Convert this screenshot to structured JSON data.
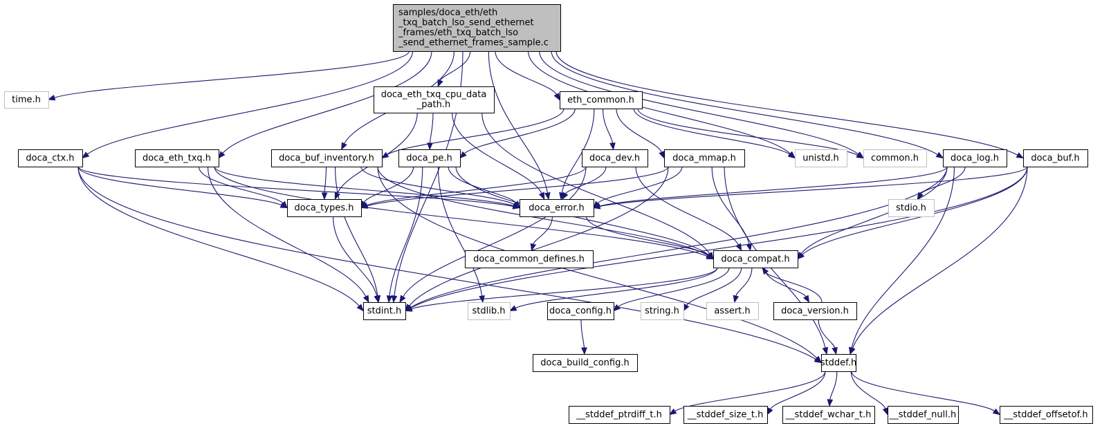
{
  "diagram": {
    "type": "include-dependency-graph",
    "colors": {
      "edge": "#191970",
      "root_fill": "#bfbfbf",
      "missing_border": "#bfbfbf",
      "node_border": "#000000"
    },
    "nodes": [
      {
        "id": "root",
        "kind": "root",
        "lines": [
          "samples/doca_eth/eth",
          "_txq_batch_lso_send_ethernet",
          "_frames/eth_txq_batch_lso",
          "_send_ethernet_frames_sample.c"
        ]
      },
      {
        "id": "time_h",
        "kind": "missing",
        "lines": [
          "time.h"
        ]
      },
      {
        "id": "doca_eth_txq_cpu_data_path_h",
        "kind": "normal",
        "lines": [
          "doca_eth_txq_cpu_data",
          "_path.h"
        ]
      },
      {
        "id": "eth_common_h",
        "kind": "normal",
        "lines": [
          "eth_common.h"
        ]
      },
      {
        "id": "doca_ctx_h",
        "kind": "normal",
        "lines": [
          "doca_ctx.h"
        ]
      },
      {
        "id": "doca_eth_txq_h",
        "kind": "normal",
        "lines": [
          "doca_eth_txq.h"
        ]
      },
      {
        "id": "doca_buf_inventory_h",
        "kind": "normal",
        "lines": [
          "doca_buf_inventory.h"
        ]
      },
      {
        "id": "doca_pe_h",
        "kind": "normal",
        "lines": [
          "doca_pe.h"
        ]
      },
      {
        "id": "doca_dev_h",
        "kind": "normal",
        "lines": [
          "doca_dev.h"
        ]
      },
      {
        "id": "doca_mmap_h",
        "kind": "normal",
        "lines": [
          "doca_mmap.h"
        ]
      },
      {
        "id": "unistd_h",
        "kind": "missing",
        "lines": [
          "unistd.h"
        ]
      },
      {
        "id": "common_h",
        "kind": "missing",
        "lines": [
          "common.h"
        ]
      },
      {
        "id": "doca_log_h",
        "kind": "normal",
        "lines": [
          "doca_log.h"
        ]
      },
      {
        "id": "doca_buf_h",
        "kind": "normal",
        "lines": [
          "doca_buf.h"
        ]
      },
      {
        "id": "doca_types_h",
        "kind": "normal",
        "lines": [
          "doca_types.h"
        ]
      },
      {
        "id": "doca_error_h",
        "kind": "normal",
        "lines": [
          "doca_error.h"
        ]
      },
      {
        "id": "stdio_h",
        "kind": "missing",
        "lines": [
          "stdio.h"
        ]
      },
      {
        "id": "doca_common_defines_h",
        "kind": "normal",
        "lines": [
          "doca_common_defines.h"
        ]
      },
      {
        "id": "doca_compat_h",
        "kind": "normal",
        "lines": [
          "doca_compat.h"
        ]
      },
      {
        "id": "stdint_h",
        "kind": "normal",
        "lines": [
          "stdint.h"
        ]
      },
      {
        "id": "stdlib_h",
        "kind": "missing",
        "lines": [
          "stdlib.h"
        ]
      },
      {
        "id": "doca_config_h",
        "kind": "normal",
        "lines": [
          "doca_config.h"
        ]
      },
      {
        "id": "string_h",
        "kind": "missing",
        "lines": [
          "string.h"
        ]
      },
      {
        "id": "assert_h",
        "kind": "missing",
        "lines": [
          "assert.h"
        ]
      },
      {
        "id": "doca_version_h",
        "kind": "normal",
        "lines": [
          "doca_version.h"
        ]
      },
      {
        "id": "doca_build_config_h",
        "kind": "normal",
        "lines": [
          "doca_build_config.h"
        ]
      },
      {
        "id": "stddef_h",
        "kind": "normal",
        "lines": [
          "stddef.h"
        ]
      },
      {
        "id": "stddef_ptrdiff_t_h",
        "kind": "normal",
        "lines": [
          "__stddef_ptrdiff_t.h"
        ]
      },
      {
        "id": "stddef_size_t_h",
        "kind": "normal",
        "lines": [
          "__stddef_size_t.h"
        ]
      },
      {
        "id": "stddef_wchar_t_h",
        "kind": "normal",
        "lines": [
          "__stddef_wchar_t.h"
        ]
      },
      {
        "id": "stddef_null_h",
        "kind": "normal",
        "lines": [
          "__stddef_null.h"
        ]
      },
      {
        "id": "stddef_offsetof_h",
        "kind": "normal",
        "lines": [
          "__stddef_offsetof.h"
        ]
      }
    ],
    "edges": [
      [
        "root",
        "time_h"
      ],
      [
        "root",
        "doca_ctx_h"
      ],
      [
        "root",
        "stdint_h"
      ],
      [
        "root",
        "doca_eth_txq_h"
      ],
      [
        "root",
        "doca_buf_inventory_h"
      ],
      [
        "root",
        "doca_eth_txq_cpu_data_path_h"
      ],
      [
        "root",
        "doca_error_h"
      ],
      [
        "root",
        "eth_common_h"
      ],
      [
        "root",
        "unistd_h"
      ],
      [
        "root",
        "common_h"
      ],
      [
        "root",
        "doca_log_h"
      ],
      [
        "root",
        "doca_buf_h"
      ],
      [
        "doca_eth_txq_cpu_data_path_h",
        "doca_types_h"
      ],
      [
        "doca_eth_txq_cpu_data_path_h",
        "doca_pe_h"
      ],
      [
        "doca_eth_txq_cpu_data_path_h",
        "doca_error_h"
      ],
      [
        "doca_eth_txq_cpu_data_path_h",
        "doca_compat_h"
      ],
      [
        "eth_common_h",
        "doca_buf_inventory_h"
      ],
      [
        "eth_common_h",
        "doca_pe_h"
      ],
      [
        "eth_common_h",
        "doca_dev_h"
      ],
      [
        "eth_common_h",
        "doca_mmap_h"
      ],
      [
        "eth_common_h",
        "doca_error_h"
      ],
      [
        "eth_common_h",
        "unistd_h"
      ],
      [
        "eth_common_h",
        "common_h"
      ],
      [
        "doca_ctx_h",
        "doca_types_h"
      ],
      [
        "doca_ctx_h",
        "doca_error_h"
      ],
      [
        "doca_ctx_h",
        "stdint_h"
      ],
      [
        "doca_ctx_h",
        "stddef_h"
      ],
      [
        "doca_eth_txq_h",
        "doca_types_h"
      ],
      [
        "doca_eth_txq_h",
        "doca_error_h"
      ],
      [
        "doca_eth_txq_h",
        "doca_compat_h"
      ],
      [
        "doca_eth_txq_h",
        "stdint_h"
      ],
      [
        "doca_buf_inventory_h",
        "doca_types_h"
      ],
      [
        "doca_buf_inventory_h",
        "doca_error_h"
      ],
      [
        "doca_buf_inventory_h",
        "doca_compat_h"
      ],
      [
        "doca_buf_inventory_h",
        "stdint_h"
      ],
      [
        "doca_buf_inventory_h",
        "stddef_h"
      ],
      [
        "doca_pe_h",
        "doca_types_h"
      ],
      [
        "doca_pe_h",
        "doca_error_h"
      ],
      [
        "doca_pe_h",
        "doca_compat_h"
      ],
      [
        "doca_pe_h",
        "stdint_h"
      ],
      [
        "doca_pe_h",
        "stdlib_h"
      ],
      [
        "doca_dev_h",
        "doca_types_h"
      ],
      [
        "doca_dev_h",
        "doca_error_h"
      ],
      [
        "doca_dev_h",
        "doca_compat_h"
      ],
      [
        "doca_dev_h",
        "stdint_h"
      ],
      [
        "doca_mmap_h",
        "doca_types_h"
      ],
      [
        "doca_mmap_h",
        "doca_error_h"
      ],
      [
        "doca_mmap_h",
        "doca_compat_h"
      ],
      [
        "doca_mmap_h",
        "stdint_h"
      ],
      [
        "doca_mmap_h",
        "stddef_h"
      ],
      [
        "doca_log_h",
        "doca_error_h"
      ],
      [
        "doca_log_h",
        "doca_compat_h"
      ],
      [
        "doca_log_h",
        "stdio_h"
      ],
      [
        "doca_log_h",
        "stdint_h"
      ],
      [
        "doca_log_h",
        "stddef_h"
      ],
      [
        "doca_buf_h",
        "doca_error_h"
      ],
      [
        "doca_buf_h",
        "doca_compat_h"
      ],
      [
        "doca_buf_h",
        "stdint_h"
      ],
      [
        "doca_buf_h",
        "stddef_h"
      ],
      [
        "doca_types_h",
        "stdint_h"
      ],
      [
        "doca_error_h",
        "doca_common_defines_h"
      ],
      [
        "doca_error_h",
        "doca_compat_h"
      ],
      [
        "doca_compat_h",
        "stdint_h"
      ],
      [
        "doca_compat_h",
        "stdlib_h"
      ],
      [
        "doca_compat_h",
        "doca_config_h"
      ],
      [
        "doca_compat_h",
        "string_h"
      ],
      [
        "doca_compat_h",
        "assert_h"
      ],
      [
        "doca_compat_h",
        "doca_version_h"
      ],
      [
        "doca_version_h",
        "doca_compat_h"
      ],
      [
        "doca_version_h",
        "stddef_h"
      ],
      [
        "doca_config_h",
        "doca_build_config_h"
      ],
      [
        "stddef_h",
        "stddef_ptrdiff_t_h"
      ],
      [
        "stddef_h",
        "stddef_size_t_h"
      ],
      [
        "stddef_h",
        "stddef_wchar_t_h"
      ],
      [
        "stddef_h",
        "stddef_null_h"
      ],
      [
        "stddef_h",
        "stddef_offsetof_h"
      ]
    ]
  }
}
